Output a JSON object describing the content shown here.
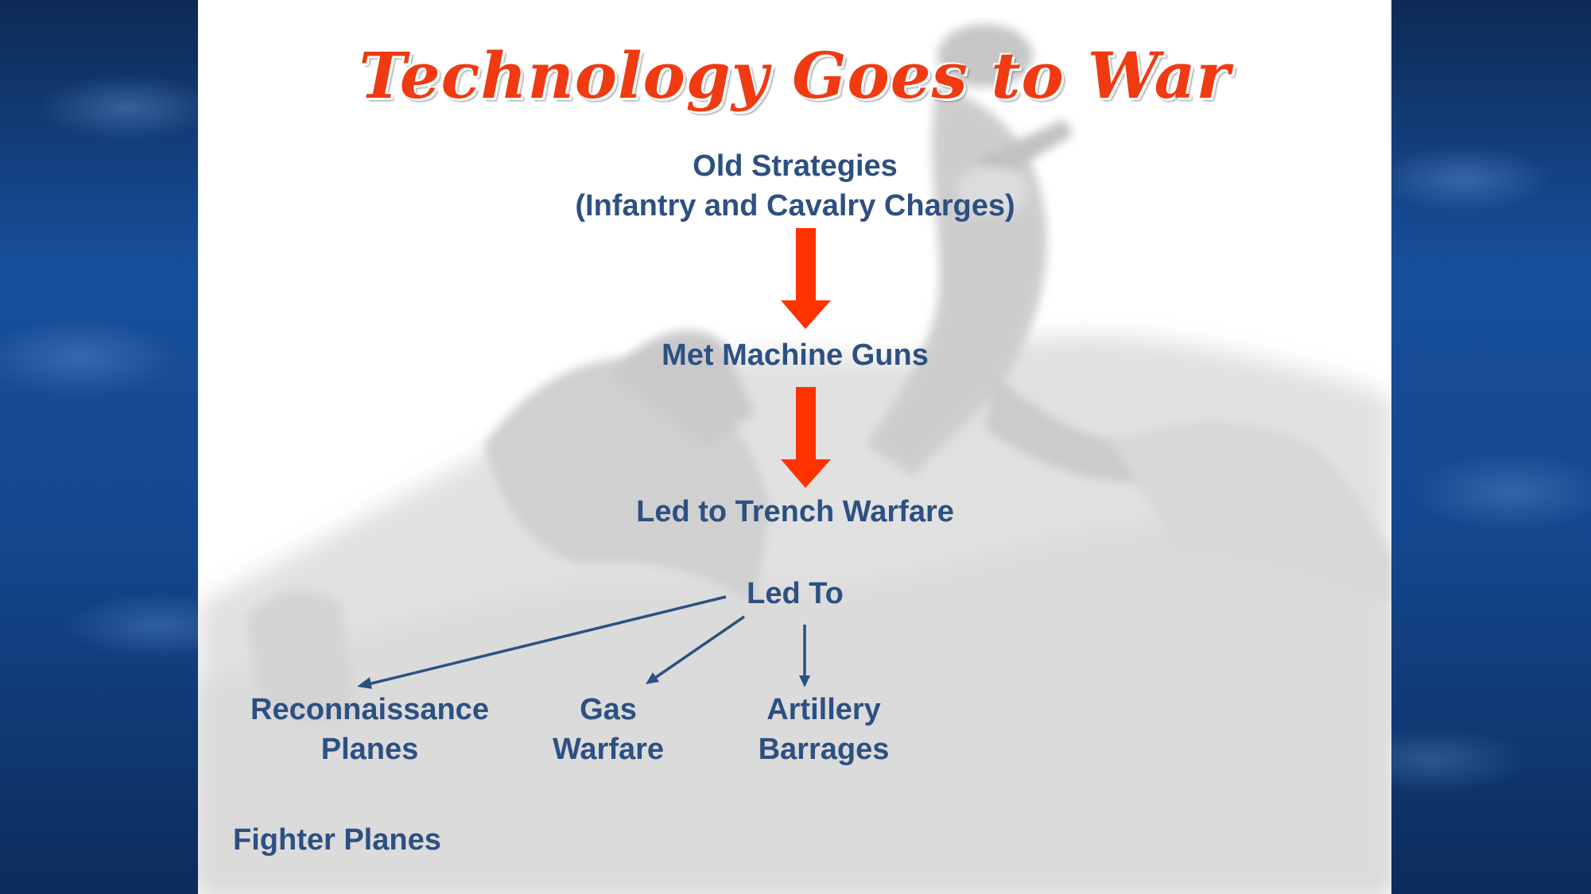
{
  "title": "Technology Goes to War",
  "colors": {
    "title": "#f03a12",
    "text": "#2d5082",
    "big_arrow": "#ff3300",
    "connector": "#2d5082",
    "side_background": "#14478d"
  },
  "nodes": {
    "old_strategies": {
      "line1": "Old Strategies",
      "line2": "(Infantry and Cavalry Charges)"
    },
    "machine_guns": "Met Machine Guns",
    "trench": "Led to Trench Warfare",
    "led_to": "Led To",
    "reconnaissance": {
      "line1": "Reconnaissance",
      "line2": "Planes"
    },
    "gas": {
      "line1": "Gas",
      "line2": "Warfare"
    },
    "artillery": {
      "line1": "Artillery",
      "line2": "Barrages"
    },
    "fighter": "Fighter Planes"
  }
}
